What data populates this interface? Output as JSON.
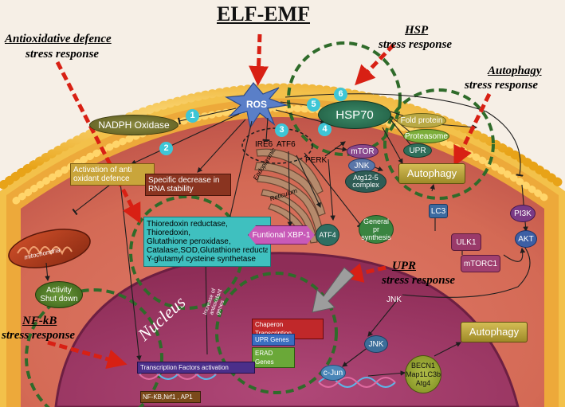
{
  "title": "ELF-EMF",
  "stress": {
    "antiox_1": "Antioxidative defence",
    "antiox_2": "stress response",
    "hsp_1": "HSP",
    "hsp_2": "stress response",
    "autophagy_1": "Autophagy",
    "autophagy_2": "stress response",
    "upr_1": "UPR",
    "upr_2": "stress response",
    "nfkb_1": "NF-kB",
    "nfkb_2": "stress response"
  },
  "nodes": {
    "ros": "ROS",
    "nadph": "NADPH Oxidase",
    "activation_1": "Activation of anti",
    "activation_2": "oxidant defence",
    "specific_1": "Specific decrease in",
    "specific_2": "RNA stability",
    "enzymes": [
      "Thioredoxin reductase,",
      "Thioredoxin,",
      "Glutathione peroxidase,",
      "Catalase,SOD,Glutathione reductase,",
      "Y-glutamyl cysteine synthetase"
    ],
    "mito": "mitochondria",
    "activity_1": "Activity",
    "activity_2": "Shut down",
    "hsp70": "HSP70",
    "fold": "Fold protein",
    "proteasome": "Proteasome",
    "upr_node": "UPR",
    "autophagy_box": "Autophagy",
    "mtor": "mTOR",
    "jnk_small": "JNK",
    "atg_1": "Atg12-5",
    "atg_2": "complex",
    "ire6": "IRE6",
    "atf6": "ATF6",
    "perk": "PERK",
    "er_1": "Endoplasmic",
    "er_2": "Reticulum",
    "xbp": "Funtional XBP-1",
    "atf4": "ATF4",
    "general_1": "General pr",
    "general_2": "synthesis",
    "lc3": "LC3",
    "pi3k": "PI3K",
    "ulk1": "ULK1",
    "akt": "AKT",
    "mtorc1": "mTORC1",
    "jnk_right": "JNK",
    "nucleus": "Nucleus",
    "expr_1": "Increase of",
    "expr_2": "antioxidant",
    "expr_3": "genes",
    "chaperon": "Chaperon Transcription",
    "upr_genes": "UPR Genes",
    "erad": "ERAD Genes",
    "jnk_nucleus": "JNK",
    "cjun": "c-Jun",
    "becn_1": "BECN1",
    "becn_2": "Map1LC3b",
    "becn_3": "Atg4",
    "autophagy_nucleus": "Autophagy",
    "tf_activation": "Transcription Factors activation",
    "tf_names": "NF-KB,Nrf1 , AP1"
  },
  "steps": [
    "1",
    "2",
    "3",
    "4",
    "5",
    "6"
  ],
  "colors": {
    "membrane_bead": "#f2b51f",
    "cytoplasm": "#d9735e",
    "nucleus": "#a03a64",
    "ros_star": "#5a7fc8",
    "dashed_circle": "#2f6b2a",
    "red_arrow": "#d82014",
    "number_badge": "#3ec6d6"
  }
}
